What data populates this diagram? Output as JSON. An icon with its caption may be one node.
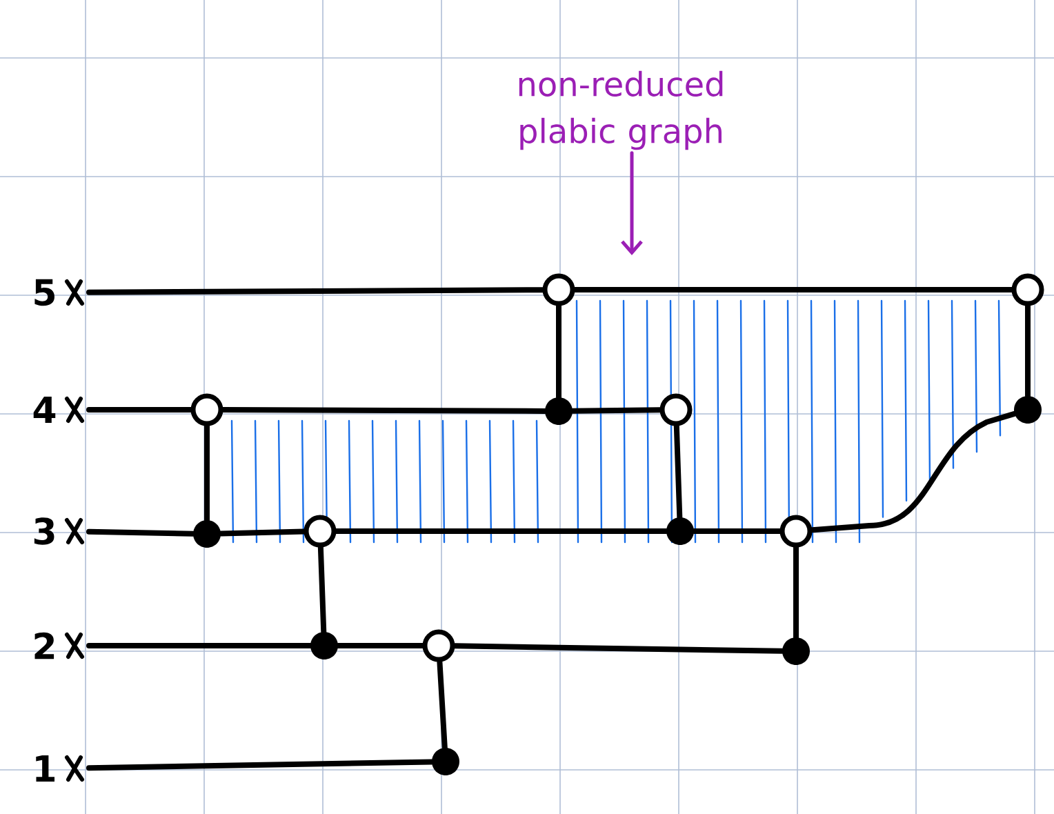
{
  "diagram": {
    "nodes": [
      {
        "text": [
          "non-reduced plabic graph"
        ]
      },
      {
        "text": [
          "5"
        ]
      },
      {
        "text": [
          "4"
        ]
      },
      {
        "text": [
          "3"
        ]
      },
      {
        "text": [
          "2"
        ]
      },
      {
        "text": [
          "1"
        ]
      },
      {
        "text": [],
        "shape": "circle"
      },
      {
        "text": [],
        "shape": "dot"
      },
      {
        "text": [],
        "shape": "circle"
      },
      {
        "text": [],
        "shape": "dot"
      },
      {
        "text": [],
        "shape": "circle"
      },
      {
        "text": [],
        "shape": "dot"
      },
      {
        "text": [],
        "shape": "circle"
      },
      {
        "text": [],
        "shape": "dot"
      },
      {
        "text": [],
        "shape": "circle"
      },
      {
        "text": [],
        "shape": "dot"
      },
      {
        "text": [],
        "shape": "circle"
      },
      {
        "text": [],
        "shape": "dot"
      },
      {
        "text": [],
        "shape": "circle"
      },
      {
        "text": [],
        "shape": "dot"
      }
    ],
    "edges": [
      {
        "from": 1,
        "to": 12,
        "arrow": "none"
      },
      {
        "from": 12,
        "to": 18,
        "arrow": "none"
      },
      {
        "from": 2,
        "to": 6,
        "arrow": "none"
      },
      {
        "from": 6,
        "to": 13,
        "arrow": "none"
      },
      {
        "from": 13,
        "to": 14,
        "arrow": "none"
      },
      {
        "from": 3,
        "to": 7,
        "arrow": "none"
      },
      {
        "from": 7,
        "to": 8,
        "arrow": "none"
      },
      {
        "from": 8,
        "to": 15,
        "arrow": "none"
      },
      {
        "from": 15,
        "to": 16,
        "arrow": "none"
      },
      {
        "from": 4,
        "to": 9,
        "arrow": "none"
      },
      {
        "from": 9,
        "to": 10,
        "arrow": "none"
      },
      {
        "from": 10,
        "to": 17,
        "arrow": "none"
      },
      {
        "from": 5,
        "to": 11,
        "arrow": "none"
      },
      {
        "from": 6,
        "to": 7,
        "arrow": "none"
      },
      {
        "from": 8,
        "to": 9,
        "arrow": "none"
      },
      {
        "from": 10,
        "to": 11,
        "arrow": "none"
      },
      {
        "from": 12,
        "to": 13,
        "arrow": "none"
      },
      {
        "from": 14,
        "to": 15,
        "arrow": "none"
      },
      {
        "from": 16,
        "to": 17,
        "arrow": "none"
      },
      {
        "from": 18,
        "to": 19,
        "arrow": "none"
      },
      {
        "from": 19,
        "to": 16,
        "arrow": "none"
      },
      {
        "from": 0,
        "to": null,
        "arrow": "to",
        "color": "#9b1fb5"
      }
    ]
  }
}
